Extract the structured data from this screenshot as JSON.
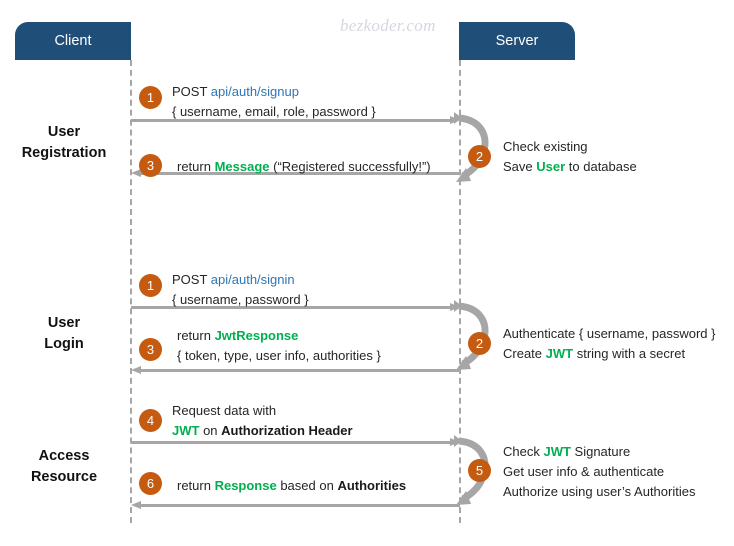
{
  "watermark": "bezkoder.com",
  "actors": {
    "client": "Client",
    "server": "Server"
  },
  "phases": [
    {
      "id": "registration",
      "line1": "User",
      "line2": "Registration"
    },
    {
      "id": "login",
      "line1": "User",
      "line2": "Login"
    },
    {
      "id": "access",
      "line1": "Access",
      "line2": "Resource"
    }
  ],
  "steps": {
    "s1_reg": {
      "badge": "1",
      "line1_a": "POST ",
      "line1_b": "api/auth/signup",
      "line2": "{ username, email, role, password }"
    },
    "s2_reg": {
      "badge": "2",
      "line1": "Check existing",
      "line2_a": "Save ",
      "line2_b": "User",
      "line2_c": " to database"
    },
    "s3_reg": {
      "badge": "3",
      "line1_a": "return ",
      "line1_b": "Message",
      "line1_c": " (“Registered successfully!”)"
    },
    "s1_login": {
      "badge": "1",
      "line1_a": "POST ",
      "line1_b": "api/auth/signin",
      "line2": "{ username, password }"
    },
    "s2_login": {
      "badge": "2",
      "line1": "Authenticate { username, password }",
      "line2_a": "Create ",
      "line2_b": "JWT",
      "line2_c": " string with a secret"
    },
    "s3_login": {
      "badge": "3",
      "line1_a": "return ",
      "line1_b": "JwtResponse",
      "line2": "{ token, type, user info, authorities }"
    },
    "s4_access": {
      "badge": "4",
      "line1": "Request  data with",
      "line2_a": "JWT",
      "line2_b": " on ",
      "line2_c": "Authorization Header"
    },
    "s5_access": {
      "badge": "5",
      "line1_a": "Check ",
      "line1_b": "JWT",
      "line1_c": " Signature",
      "line2": "Get user info & authenticate",
      "line3": "Authorize using user’s Authorities"
    },
    "s6_access": {
      "badge": "6",
      "line1_a": "return ",
      "line1_b": "Response",
      "line1_c": " based on ",
      "line1_d": "Authorities"
    }
  },
  "colors": {
    "actor_box": "#1f4e79",
    "badge": "#c55a11",
    "arrow": "#a6a6a6",
    "link_blue": "#2e75b6",
    "highlight_green": "#00b050",
    "lifeline": "#a6a6a6"
  }
}
